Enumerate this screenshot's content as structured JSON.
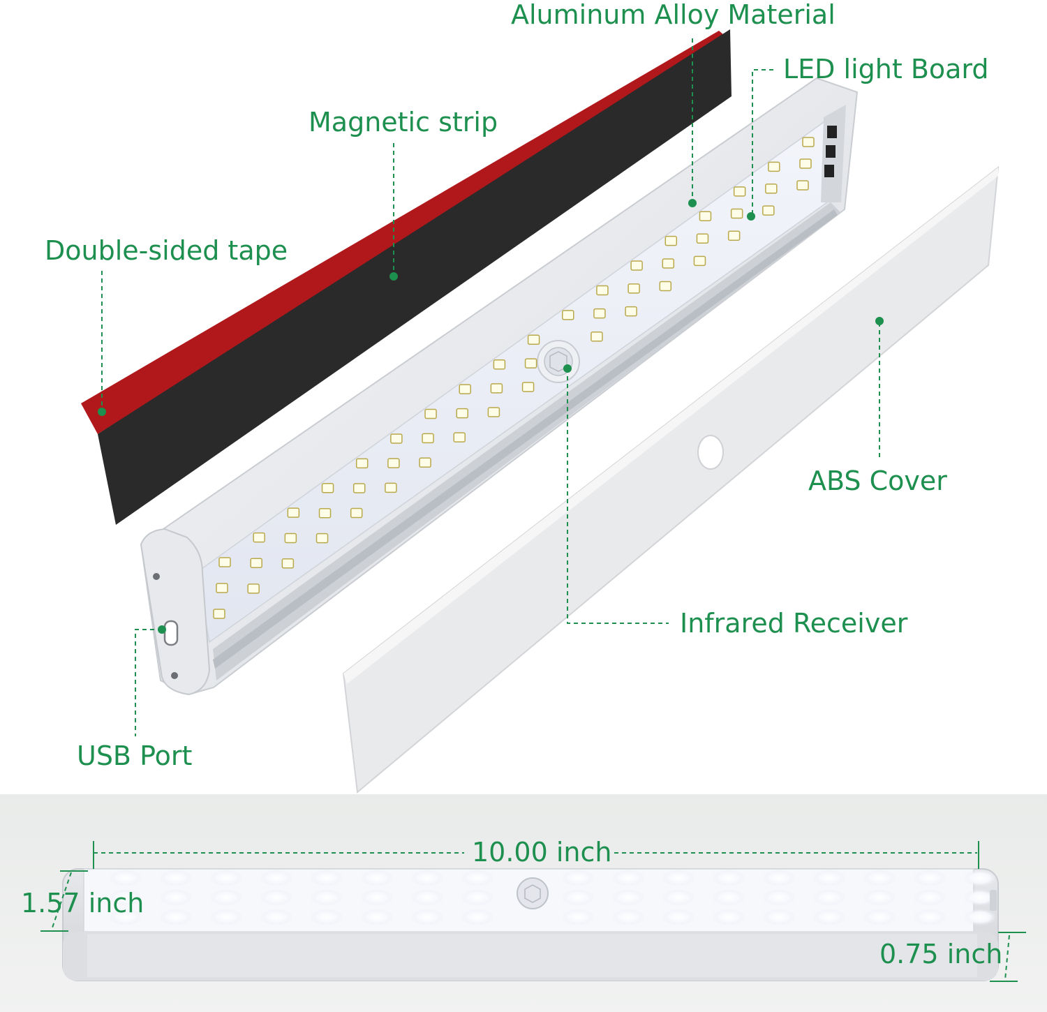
{
  "labels": {
    "aluminum": "Aluminum Alloy Material",
    "led_board": "LED light Board",
    "magnetic": "Magnetic strip",
    "tape": "Double-sided tape",
    "abs": "ABS Cover",
    "infrared": "Infrared Receiver",
    "usb": "USB Port"
  },
  "dimensions": {
    "length": "10.00 inch",
    "height": "1.57 inch",
    "depth": "0.75 inch"
  },
  "colors": {
    "label_green": "#1d8f4e",
    "magnetic_strip": "#2b2b2b",
    "tape_red": "#b0181c",
    "housing": "#e4e6ea",
    "bottom_band": "#eceeed"
  }
}
